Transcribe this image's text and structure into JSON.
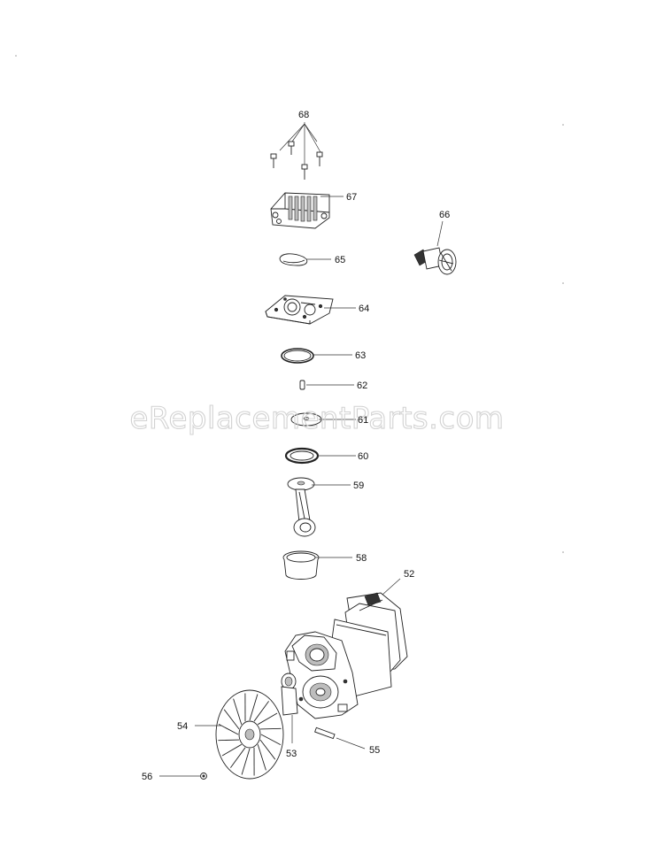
{
  "watermark": "eReplacementParts.com",
  "parts": [
    {
      "id": "p68",
      "label": "68"
    },
    {
      "id": "p67",
      "label": "67"
    },
    {
      "id": "p66",
      "label": "66"
    },
    {
      "id": "p65",
      "label": "65"
    },
    {
      "id": "p64",
      "label": "64"
    },
    {
      "id": "p63",
      "label": "63"
    },
    {
      "id": "p62",
      "label": "62"
    },
    {
      "id": "p61",
      "label": "61"
    },
    {
      "id": "p60",
      "label": "60"
    },
    {
      "id": "p59",
      "label": "59"
    },
    {
      "id": "p58",
      "label": "58"
    },
    {
      "id": "p52",
      "label": "52"
    },
    {
      "id": "p54",
      "label": "54"
    },
    {
      "id": "p53",
      "label": "53"
    },
    {
      "id": "p55",
      "label": "55"
    },
    {
      "id": "p56",
      "label": "56"
    }
  ]
}
